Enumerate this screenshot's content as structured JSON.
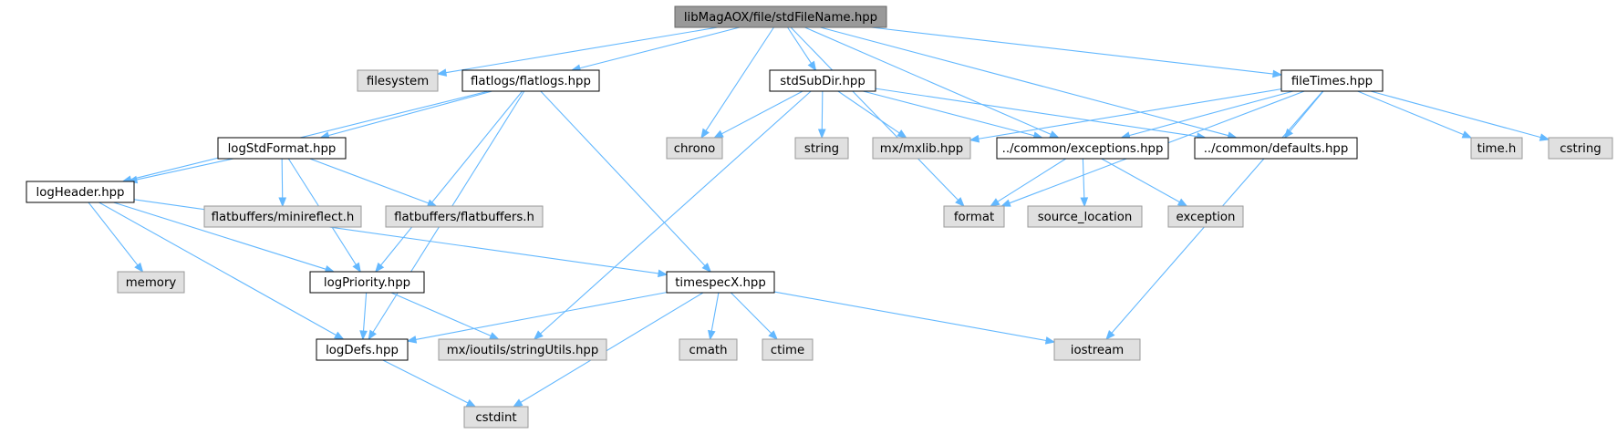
{
  "title": "libMagAOX/file/stdFileName.hpp",
  "colors": {
    "edge": "#63b8ff",
    "root_fill": "#999999",
    "root_border": "#666666",
    "local_fill": "#ffffff",
    "local_border": "#000000",
    "system_fill": "#e0e0e0",
    "system_border": "#999999"
  },
  "nodes": [
    {
      "id": "root",
      "label": "libMagAOX/file/stdFileName.hpp",
      "kind": "root"
    },
    {
      "id": "filesystem",
      "label": "filesystem",
      "kind": "system"
    },
    {
      "id": "flatlogs",
      "label": "flatlogs/flatlogs.hpp",
      "kind": "local"
    },
    {
      "id": "chrono",
      "label": "chrono",
      "kind": "system"
    },
    {
      "id": "stdSubDir",
      "label": "stdSubDir.hpp",
      "kind": "local"
    },
    {
      "id": "string",
      "label": "string",
      "kind": "system"
    },
    {
      "id": "mxlib",
      "label": "mx/mxlib.hpp",
      "kind": "system"
    },
    {
      "id": "exceptions",
      "label": "../common/exceptions.hpp",
      "kind": "local"
    },
    {
      "id": "defaults",
      "label": "../common/defaults.hpp",
      "kind": "local"
    },
    {
      "id": "fileTimes",
      "label": "fileTimes.hpp",
      "kind": "local"
    },
    {
      "id": "timeh",
      "label": "time.h",
      "kind": "system"
    },
    {
      "id": "cstring",
      "label": "cstring",
      "kind": "system"
    },
    {
      "id": "logStdFormat",
      "label": "logStdFormat.hpp",
      "kind": "local"
    },
    {
      "id": "logHeader",
      "label": "logHeader.hpp",
      "kind": "local"
    },
    {
      "id": "minireflect",
      "label": "flatbuffers/minireflect.h",
      "kind": "system"
    },
    {
      "id": "flatbuffers",
      "label": "flatbuffers/flatbuffers.h",
      "kind": "system"
    },
    {
      "id": "format",
      "label": "format",
      "kind": "system"
    },
    {
      "id": "source_location",
      "label": "source_location",
      "kind": "system"
    },
    {
      "id": "exception",
      "label": "exception",
      "kind": "system"
    },
    {
      "id": "memory",
      "label": "memory",
      "kind": "system"
    },
    {
      "id": "logPriority",
      "label": "logPriority.hpp",
      "kind": "local"
    },
    {
      "id": "timespecX",
      "label": "timespecX.hpp",
      "kind": "local"
    },
    {
      "id": "logDefs",
      "label": "logDefs.hpp",
      "kind": "local"
    },
    {
      "id": "stringUtils",
      "label": "mx/ioutils/stringUtils.hpp",
      "kind": "system"
    },
    {
      "id": "cmath",
      "label": "cmath",
      "kind": "system"
    },
    {
      "id": "ctime",
      "label": "ctime",
      "kind": "system"
    },
    {
      "id": "iostream",
      "label": "iostream",
      "kind": "system"
    },
    {
      "id": "cstdint",
      "label": "cstdint",
      "kind": "system"
    }
  ],
  "edges": [
    [
      "root",
      "filesystem"
    ],
    [
      "root",
      "flatlogs"
    ],
    [
      "root",
      "chrono"
    ],
    [
      "root",
      "stdSubDir"
    ],
    [
      "root",
      "exceptions"
    ],
    [
      "root",
      "defaults"
    ],
    [
      "root",
      "fileTimes"
    ],
    [
      "root",
      "format"
    ],
    [
      "flatlogs",
      "logStdFormat"
    ],
    [
      "flatlogs",
      "logHeader"
    ],
    [
      "flatlogs",
      "logPriority"
    ],
    [
      "flatlogs",
      "timespecX"
    ],
    [
      "flatlogs",
      "logDefs"
    ],
    [
      "stdSubDir",
      "chrono"
    ],
    [
      "stdSubDir",
      "string"
    ],
    [
      "stdSubDir",
      "mxlib"
    ],
    [
      "stdSubDir",
      "exceptions"
    ],
    [
      "stdSubDir",
      "defaults"
    ],
    [
      "stdSubDir",
      "stringUtils"
    ],
    [
      "fileTimes",
      "mxlib"
    ],
    [
      "fileTimes",
      "exceptions"
    ],
    [
      "fileTimes",
      "defaults"
    ],
    [
      "fileTimes",
      "timeh"
    ],
    [
      "fileTimes",
      "cstring"
    ],
    [
      "fileTimes",
      "format"
    ],
    [
      "fileTimes",
      "iostream"
    ],
    [
      "exceptions",
      "format"
    ],
    [
      "exceptions",
      "source_location"
    ],
    [
      "exceptions",
      "exception"
    ],
    [
      "logStdFormat",
      "logHeader"
    ],
    [
      "logStdFormat",
      "minireflect"
    ],
    [
      "logStdFormat",
      "flatbuffers"
    ],
    [
      "logStdFormat",
      "logPriority"
    ],
    [
      "logHeader",
      "memory"
    ],
    [
      "logHeader",
      "logPriority"
    ],
    [
      "logHeader",
      "timespecX"
    ],
    [
      "logHeader",
      "logDefs"
    ],
    [
      "logPriority",
      "logDefs"
    ],
    [
      "logPriority",
      "stringUtils"
    ],
    [
      "timespecX",
      "logDefs"
    ],
    [
      "timespecX",
      "cmath"
    ],
    [
      "timespecX",
      "ctime"
    ],
    [
      "timespecX",
      "iostream"
    ],
    [
      "timespecX",
      "cstdint"
    ],
    [
      "logDefs",
      "cstdint"
    ]
  ]
}
